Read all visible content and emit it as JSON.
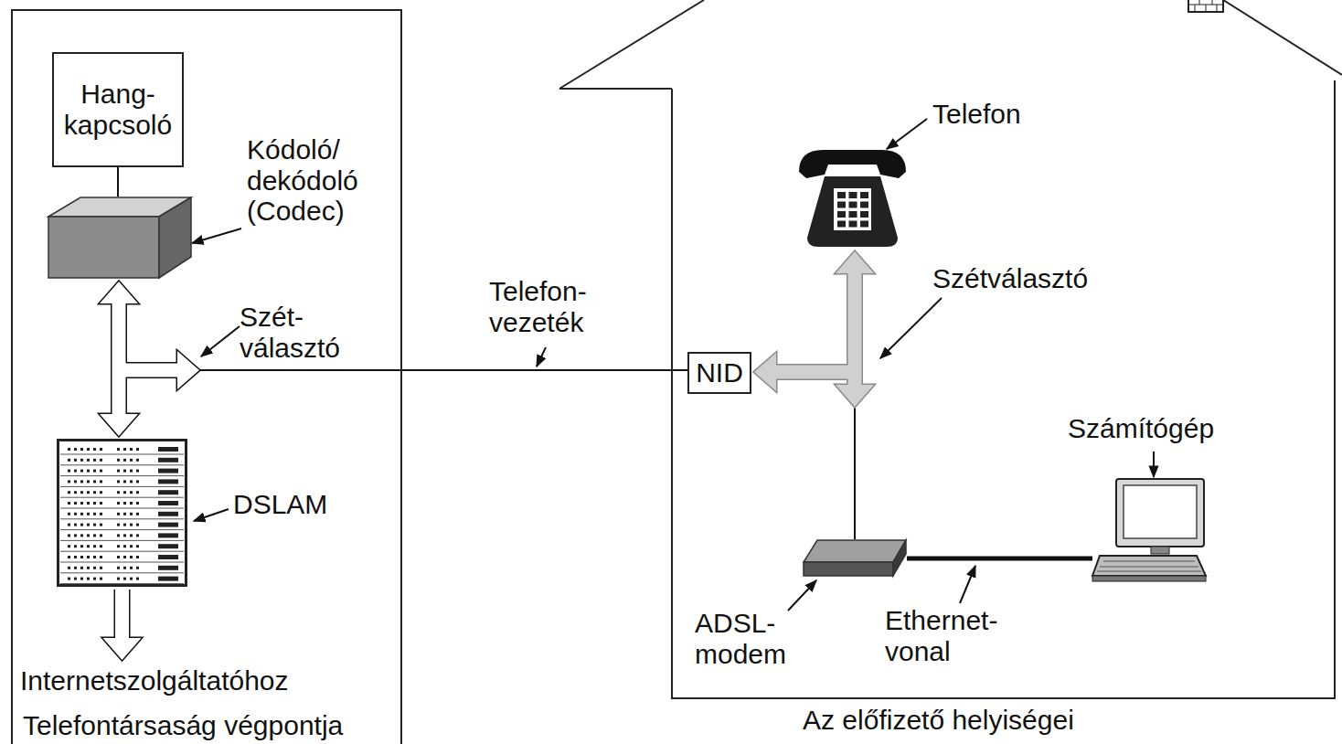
{
  "diagram": {
    "nodes": [
      {
        "text": [
          "Telefontársaság végpontja"
        ]
      },
      {
        "text": [
          "Hang- kapcsoló"
        ],
        "in": 0
      },
      {
        "text": [
          "Kódoló/ dekódoló (Codec)"
        ],
        "in": 0
      },
      {
        "text": [
          "Szét- választó"
        ],
        "in": 0
      },
      {
        "text": [
          "DSLAM"
        ],
        "in": 0
      },
      {
        "text": [
          "Az előfizető helyiségei"
        ]
      },
      {
        "text": [
          "Telefon"
        ],
        "in": 5
      },
      {
        "text": [
          "NID"
        ],
        "in": 5
      },
      {
        "text": [
          "Szétválasztó"
        ],
        "in": 5
      },
      {
        "text": [
          "ADSL- modem"
        ],
        "in": 5
      },
      {
        "text": [
          "Számítógép"
        ],
        "in": 5
      }
    ],
    "edges": [
      {
        "from": 1,
        "to": 2,
        "arrow": "none"
      },
      {
        "from": 3,
        "to": 2,
        "arrow": "to"
      },
      {
        "from": 3,
        "to": 4,
        "arrow": "to"
      },
      {
        "from": 3,
        "to": 7,
        "arrow": "none",
        "label": "Telefon- vezeték"
      },
      {
        "from": 8,
        "to": 7,
        "arrow": "to"
      },
      {
        "from": 8,
        "to": 6,
        "arrow": "to"
      },
      {
        "from": 8,
        "to": 9,
        "arrow": "to"
      },
      {
        "from": 9,
        "to": 10,
        "arrow": "none",
        "label": "Ethernet- vonal"
      }
    ],
    "labels": [
      "Internetszolgáltatóhoz"
    ]
  }
}
